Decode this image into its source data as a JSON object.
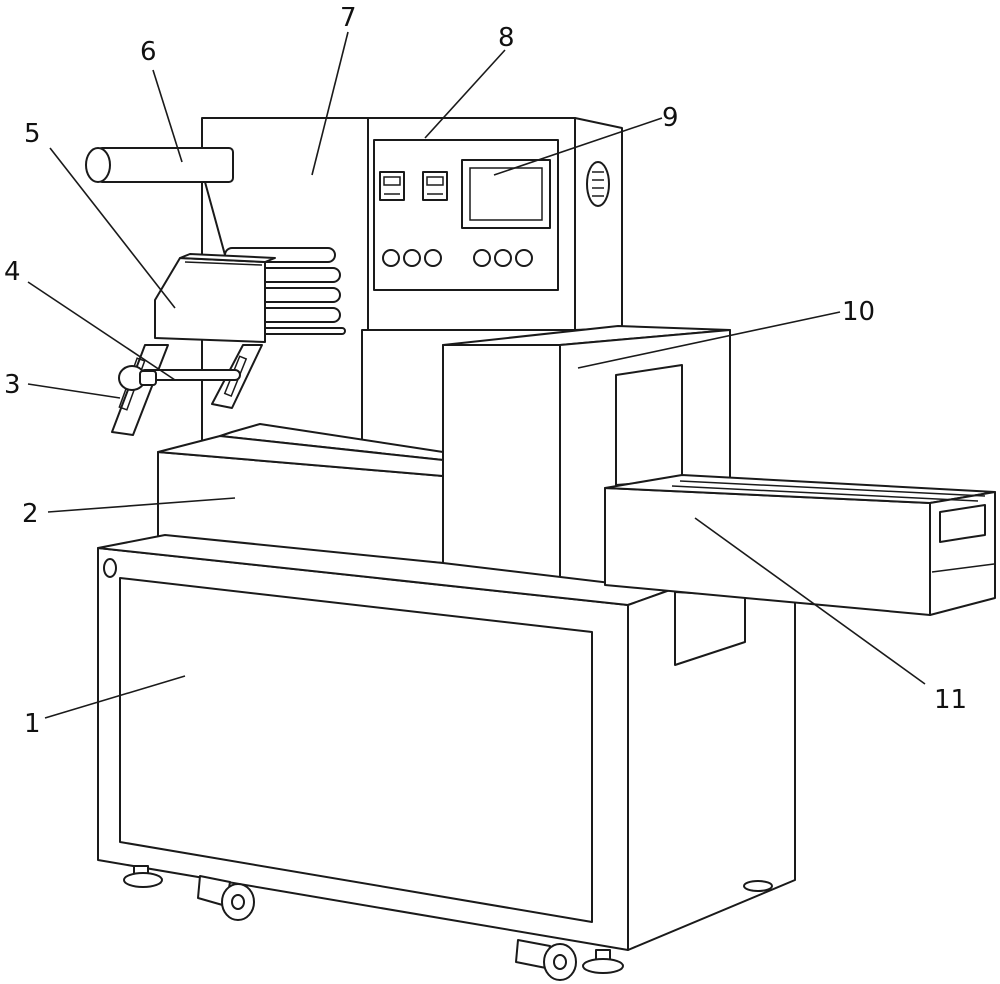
{
  "labels": [
    {
      "id": "1",
      "text": "1",
      "part": "base-cabinet"
    },
    {
      "id": "2",
      "text": "2",
      "part": "feed-table"
    },
    {
      "id": "3",
      "text": "3",
      "part": "adjusting-knob"
    },
    {
      "id": "4",
      "text": "4",
      "part": "guide-bracket"
    },
    {
      "id": "5",
      "text": "5",
      "part": "film-holder"
    },
    {
      "id": "6",
      "text": "6",
      "part": "film-roll"
    },
    {
      "id": "7",
      "text": "7",
      "part": "main-frame"
    },
    {
      "id": "8",
      "text": "8",
      "part": "control-box"
    },
    {
      "id": "9",
      "text": "9",
      "part": "display-screen"
    },
    {
      "id": "10",
      "text": "10",
      "part": "sealing-housing"
    },
    {
      "id": "11",
      "text": "11",
      "part": "output-conveyor"
    }
  ],
  "icons": [
    "caster-wheel-icon",
    "leveling-foot-icon",
    "vent-grille-icon",
    "control-knob-icon",
    "temperature-meter-icon"
  ]
}
